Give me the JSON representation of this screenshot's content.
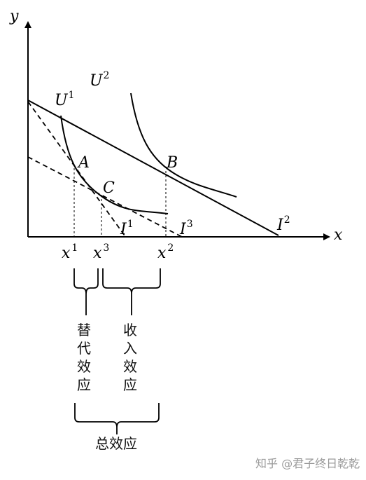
{
  "axes": {
    "y": "y",
    "x": "x"
  },
  "curves": {
    "u1": {
      "base": "U",
      "sup": "1"
    },
    "u2": {
      "base": "U",
      "sup": "2"
    }
  },
  "points": {
    "a": "A",
    "b": "B",
    "c": "C"
  },
  "budget_lines": {
    "i1": {
      "base": "I",
      "sup": "1"
    },
    "i2": {
      "base": "I",
      "sup": "2"
    },
    "i3": {
      "base": "I",
      "sup": "3"
    }
  },
  "x_ticks": {
    "x1": {
      "base": "x",
      "sup": "1"
    },
    "x3": {
      "base": "x",
      "sup": "3"
    },
    "x2": {
      "base": "x",
      "sup": "2"
    }
  },
  "effects": {
    "substitution": [
      "替",
      "代",
      "效",
      "应"
    ],
    "income": [
      "收",
      "入",
      "效",
      "应"
    ],
    "total": "总效应"
  },
  "watermark": "知乎 @君子终日乾乾"
}
